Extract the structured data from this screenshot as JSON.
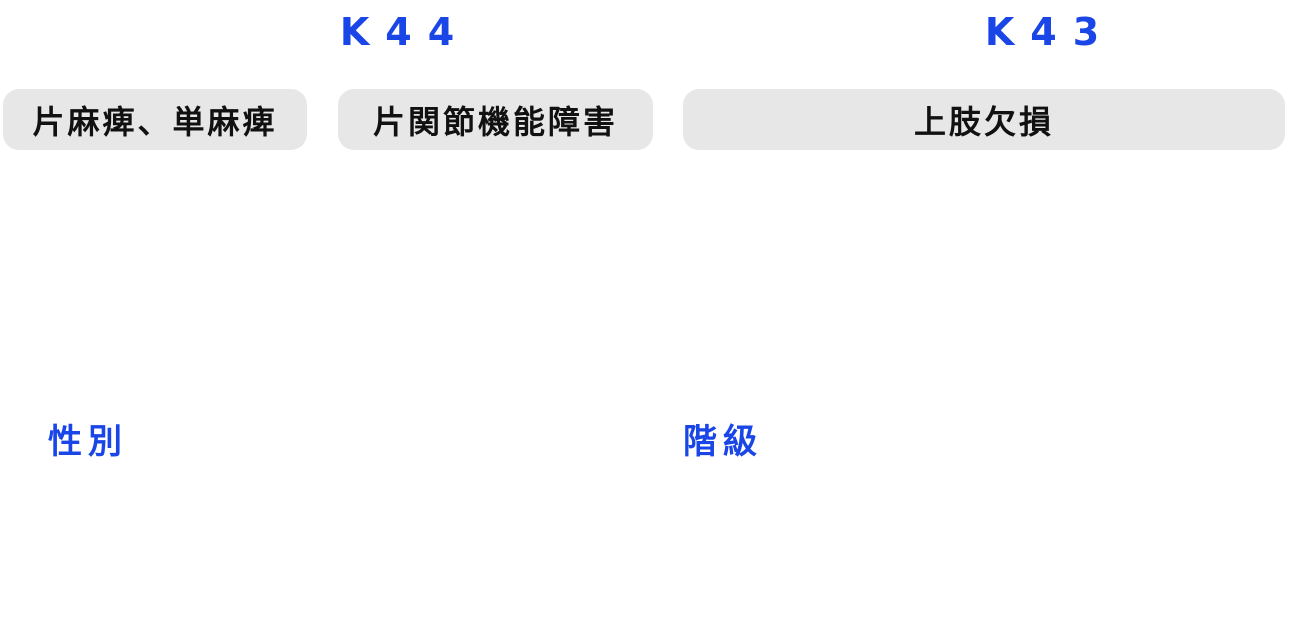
{
  "colors": {
    "accent": "#1a46e8",
    "pill_bg": "#e7e7e7",
    "pill_text": "#111111",
    "background": "#ffffff"
  },
  "codes": {
    "left": "K44",
    "right": "K43"
  },
  "categories": [
    {
      "label": "片麻痺、単麻痺"
    },
    {
      "label": "片関節機能障害"
    },
    {
      "label": "上肢欠損"
    }
  ],
  "sections": {
    "gender_label": "性別",
    "grade_label": "階級"
  }
}
